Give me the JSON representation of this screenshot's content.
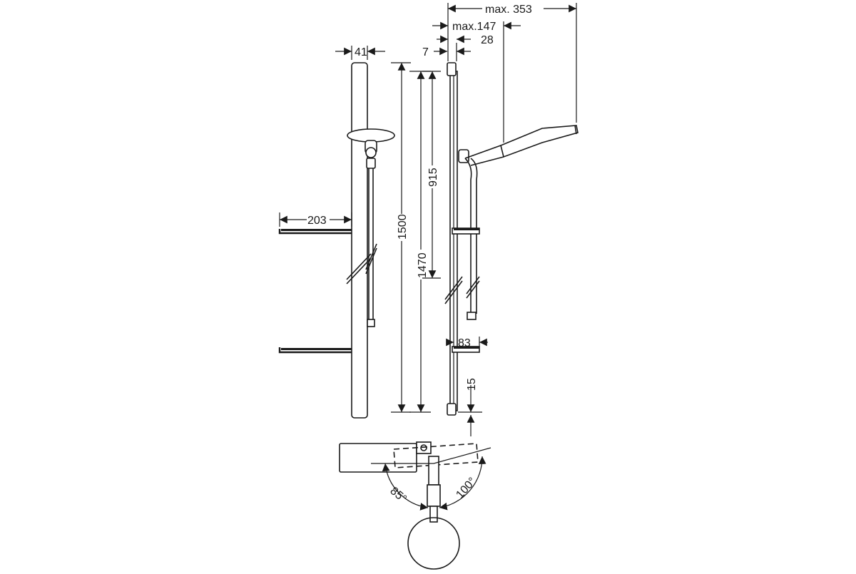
{
  "dimensions": {
    "max_353": "max. 353",
    "max_147": "max.147",
    "d28": "28",
    "d7": "7",
    "d41": "41",
    "d203": "203",
    "d1500": "1500",
    "d915": "915",
    "d1470": "1470",
    "d83": "83",
    "d15": "15",
    "angle_85": "85°",
    "angle_100": "100°"
  },
  "colors": {
    "line": "#1a1a1a",
    "background": "#ffffff"
  }
}
